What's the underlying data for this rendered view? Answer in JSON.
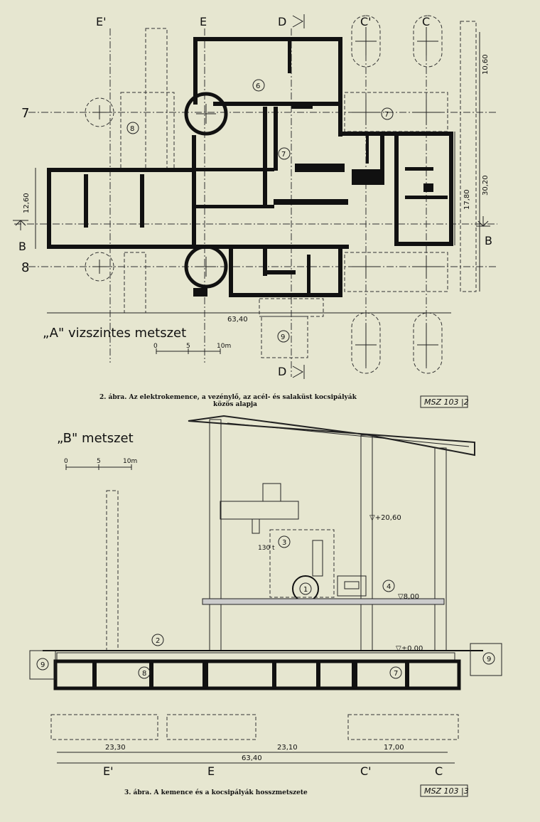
{
  "plan": {
    "title": "„A\" vizszintes metszet",
    "scale": {
      "zero": "0",
      "mid": "5",
      "end": "10m"
    },
    "axis_labels": {
      "e_prime": "E'",
      "e": "E",
      "d": "D",
      "c_prime": "C'",
      "c": "C",
      "row7": "7",
      "row8": "8",
      "b": "B"
    },
    "dims": {
      "width_total": "63,40",
      "left_depth": "12,60",
      "right_depth": "17,80",
      "right_span": "30,20",
      "top_gap": "10,60"
    },
    "rooms": {
      "r6": "6",
      "r7a": "7",
      "r7b": "7",
      "r8": "8",
      "r9": "9"
    }
  },
  "caption1": {
    "text": "2. ábra. Az elektrokemence, a vezénylő, az acél- és salaküst kocsipályák",
    "text2": "közös alapja",
    "ref": "MSZ 103 |2"
  },
  "section": {
    "title": "„B\" metszet",
    "scale": {
      "zero": "0",
      "mid": "5",
      "end": "10m"
    },
    "levels": {
      "l1": "▽+20,60",
      "l2": "▽8,00",
      "l3": "▽±0,00"
    },
    "crane": "130 t",
    "items": {
      "i1": "1",
      "i2": "2",
      "i3": "3",
      "i4": "4",
      "i7": "7",
      "i8": "8",
      "i9a": "9",
      "i9b": "9"
    },
    "dims": {
      "d1": "23,30",
      "d2": "23,10",
      "d3": "17,00",
      "total": "63,40"
    },
    "axis_labels": {
      "e_prime": "E'",
      "e": "E",
      "c_prime": "C'",
      "c": "C"
    }
  },
  "caption2": {
    "text": "3. ábra. A kemence és a kocsipályák hosszmetszete",
    "ref": "MSZ 103 |3"
  }
}
